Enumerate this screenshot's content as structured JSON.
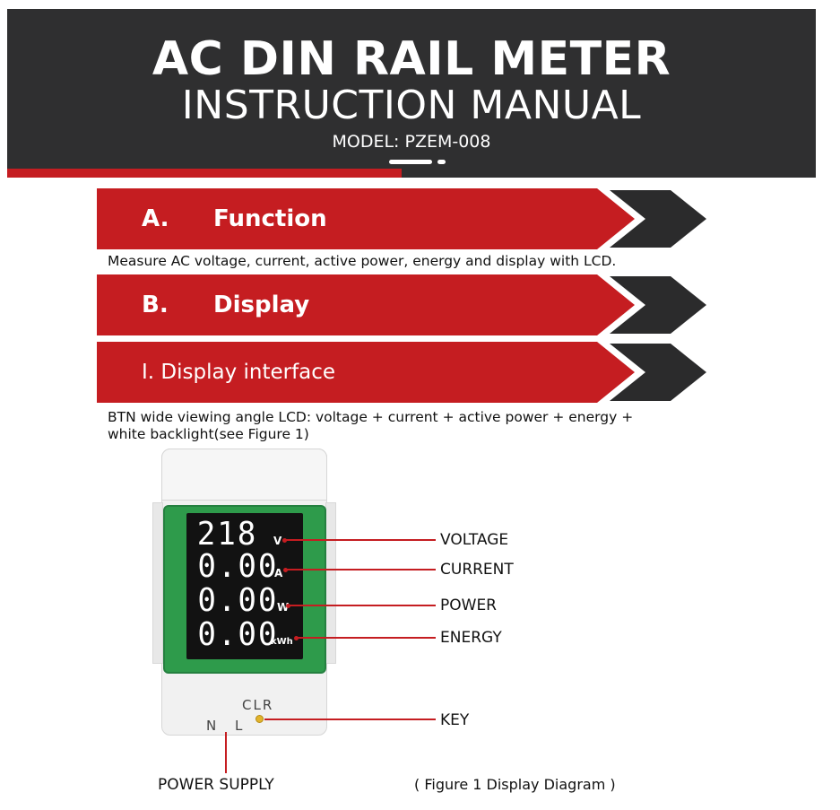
{
  "header": {
    "title": "AC DIN RAIL METER",
    "subtitle": "INSTRUCTION MANUAL",
    "model": "MODEL: PZEM-008"
  },
  "sections": {
    "a_letter": "A.",
    "a_title": "Function",
    "a_text": "Measure AC voltage, current, active power, energy and display with LCD.",
    "b_letter": "B.",
    "b_title": "Display",
    "sub_title": "I. Display interface",
    "sub_text_1": "BTN wide viewing angle LCD: voltage + current + active power + energy +",
    "sub_text_2": "white backlight(see Figure 1)"
  },
  "lcd": {
    "voltage_value": "218",
    "voltage_unit": "V",
    "current_value": "0.00",
    "current_unit": "A",
    "power_value": "0.00",
    "power_unit": "W",
    "energy_value": "0.00",
    "energy_unit": "kWh"
  },
  "device": {
    "clr_label": "CLR",
    "nl_label": "N L"
  },
  "callouts": {
    "voltage": "VOLTAGE",
    "current": "CURRENT",
    "power": "POWER",
    "energy": "ENERGY",
    "key": "KEY",
    "power_supply": "POWER SUPPLY"
  },
  "caption": "( Figure 1 Display Diagram )",
  "colors": {
    "header_bg": "#2f2f30",
    "accent_red": "#c51d21",
    "dark_arrow": "#2b2b2c",
    "lcd_green": "#2e9b4b"
  }
}
